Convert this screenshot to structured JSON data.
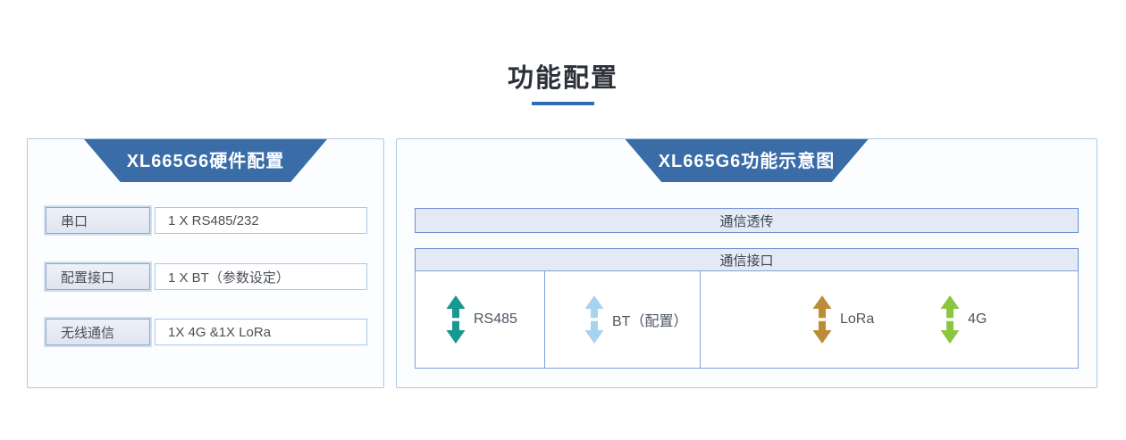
{
  "page": {
    "title": "功能配置"
  },
  "colors": {
    "title_underline": "#2e6db4",
    "header_trapezoid": "#3a6ca8",
    "panel_border": "#aac9e8",
    "bar_fill": "#e3eaf6",
    "bar_border": "#6d8fd0"
  },
  "hardware_panel": {
    "header": "XL665G6硬件配置",
    "rows": [
      {
        "label": "串口",
        "value": "1 X RS485/232"
      },
      {
        "label": "配置接口",
        "value": "1 X BT（参数设定）"
      },
      {
        "label": "无线通信",
        "value": "1X 4G &1X LoRa"
      }
    ]
  },
  "function_panel": {
    "header": "XL665G6功能示意图",
    "passthrough_bar": "通信透传",
    "interface_bar": "通信接口",
    "interfaces": [
      {
        "label": "RS485",
        "icon": "double-vertical-arrow-icon",
        "arrow_color": "#18988e"
      },
      {
        "label": "BT（配置）",
        "icon": "double-vertical-arrow-icon",
        "arrow_color": "#a6d4f0"
      },
      {
        "label": "LoRa",
        "icon": "double-vertical-arrow-icon",
        "arrow_color": "#bd8c38"
      },
      {
        "label": "4G",
        "icon": "double-vertical-arrow-icon",
        "arrow_color": "#8cc63f"
      }
    ]
  }
}
